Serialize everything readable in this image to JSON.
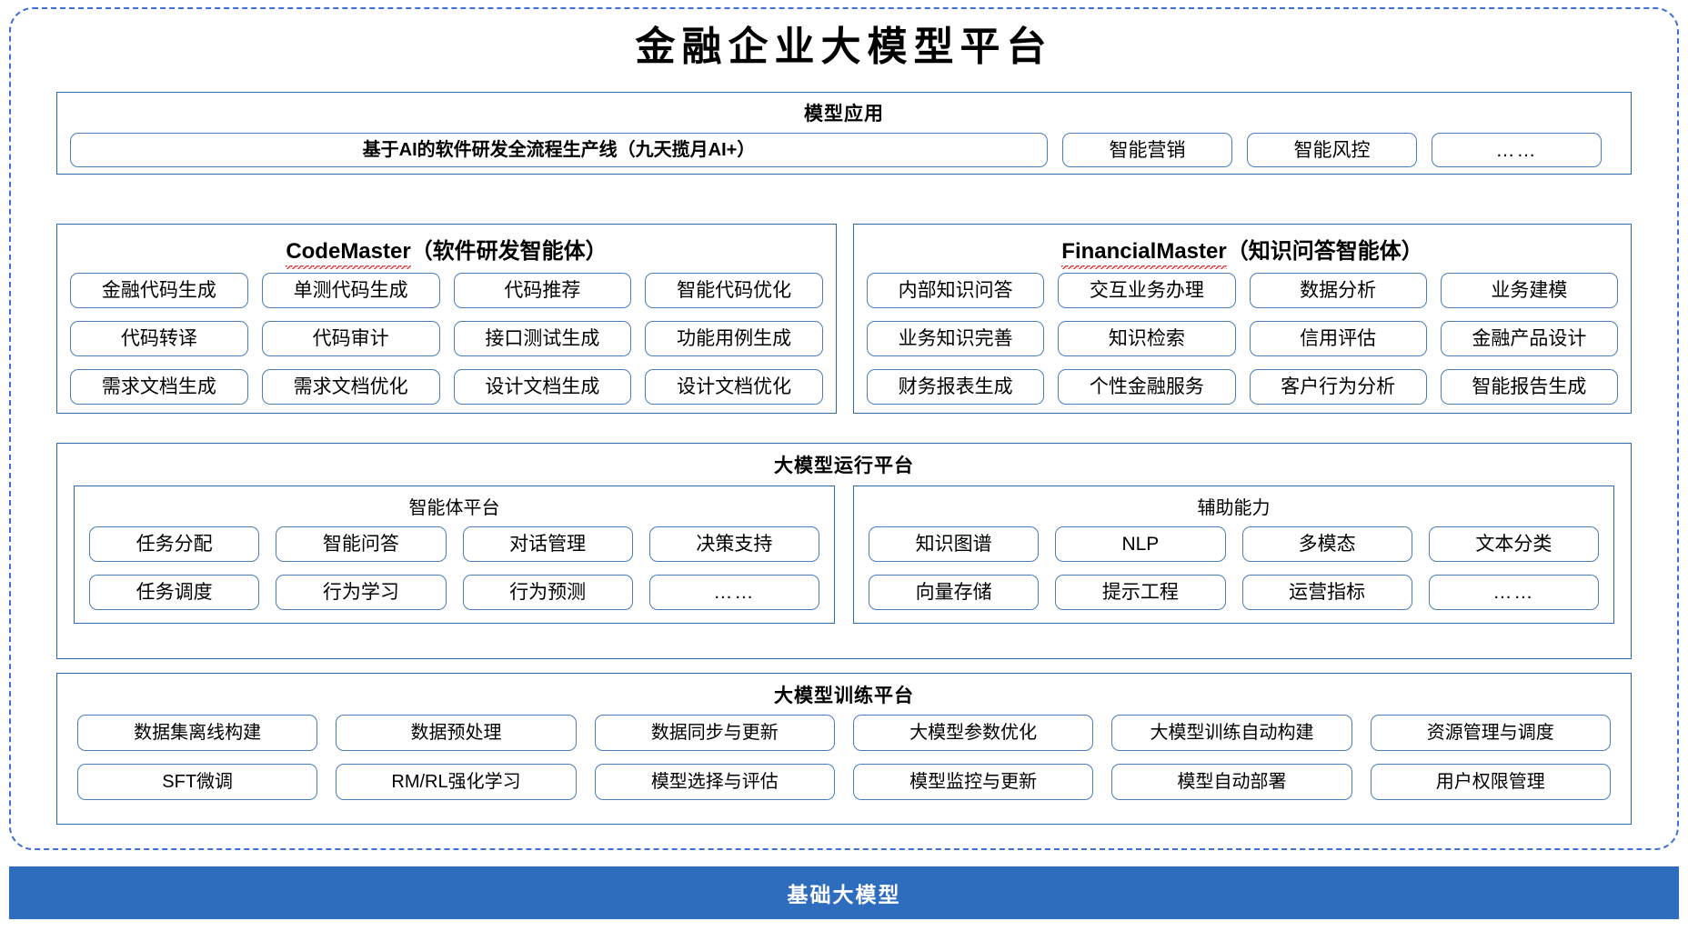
{
  "title": "金融企业大模型平台",
  "sections": {
    "apps": {
      "title": "模型应用",
      "main_pill": "基于AI的软件研发全流程生产线（九天揽月AI+）",
      "extras": [
        "智能营销",
        "智能风控",
        "……"
      ]
    },
    "codemaster": {
      "name": "CodeMaster",
      "suffix": "（软件研发智能体）",
      "rows": [
        [
          "金融代码生成",
          "单测代码生成",
          "代码推荐",
          "智能代码优化"
        ],
        [
          "代码转译",
          "代码审计",
          "接口测试生成",
          "功能用例生成"
        ],
        [
          "需求文档生成",
          "需求文档优化",
          "设计文档生成",
          "设计文档优化"
        ]
      ]
    },
    "financialmaster": {
      "name": "FinancialMaster",
      "suffix": "（知识问答智能体）",
      "rows": [
        [
          "内部知识问答",
          "交互业务办理",
          "数据分析",
          "业务建模"
        ],
        [
          "业务知识完善",
          "知识检索",
          "信用评估",
          "金融产品设计"
        ],
        [
          "财务报表生成",
          "个性金融服务",
          "客户行为分析",
          "智能报告生成"
        ]
      ]
    },
    "runtime": {
      "title": "大模型运行平台",
      "agent_platform": {
        "title": "智能体平台",
        "rows": [
          [
            "任务分配",
            "智能问答",
            "对话管理",
            "决策支持"
          ],
          [
            "任务调度",
            "行为学习",
            "行为预测",
            "……"
          ]
        ]
      },
      "support_capability": {
        "title": "辅助能力",
        "rows": [
          [
            "知识图谱",
            "NLP",
            "多模态",
            "文本分类"
          ],
          [
            "向量存储",
            "提示工程",
            "运营指标",
            "……"
          ]
        ]
      }
    },
    "training": {
      "title": "大模型训练平台",
      "rows": [
        [
          "数据集离线构建",
          "数据预处理",
          "数据同步与更新",
          "大模型参数优化",
          "大模型训练自动构建",
          "资源管理与调度"
        ],
        [
          "SFT微调",
          "RM/RL强化学习",
          "模型选择与评估",
          "模型监控与更新",
          "模型自动部署",
          "用户权限管理"
        ]
      ]
    }
  },
  "foundation": {
    "label": "基础大模型"
  },
  "colors": {
    "foundation_bar": "#2e6cbe",
    "outer_frame_border": "#3f6fd6",
    "section_border": "#2f6aab",
    "pill_border": "#4a7ebb",
    "spellcheck_underline": "#e03030"
  }
}
